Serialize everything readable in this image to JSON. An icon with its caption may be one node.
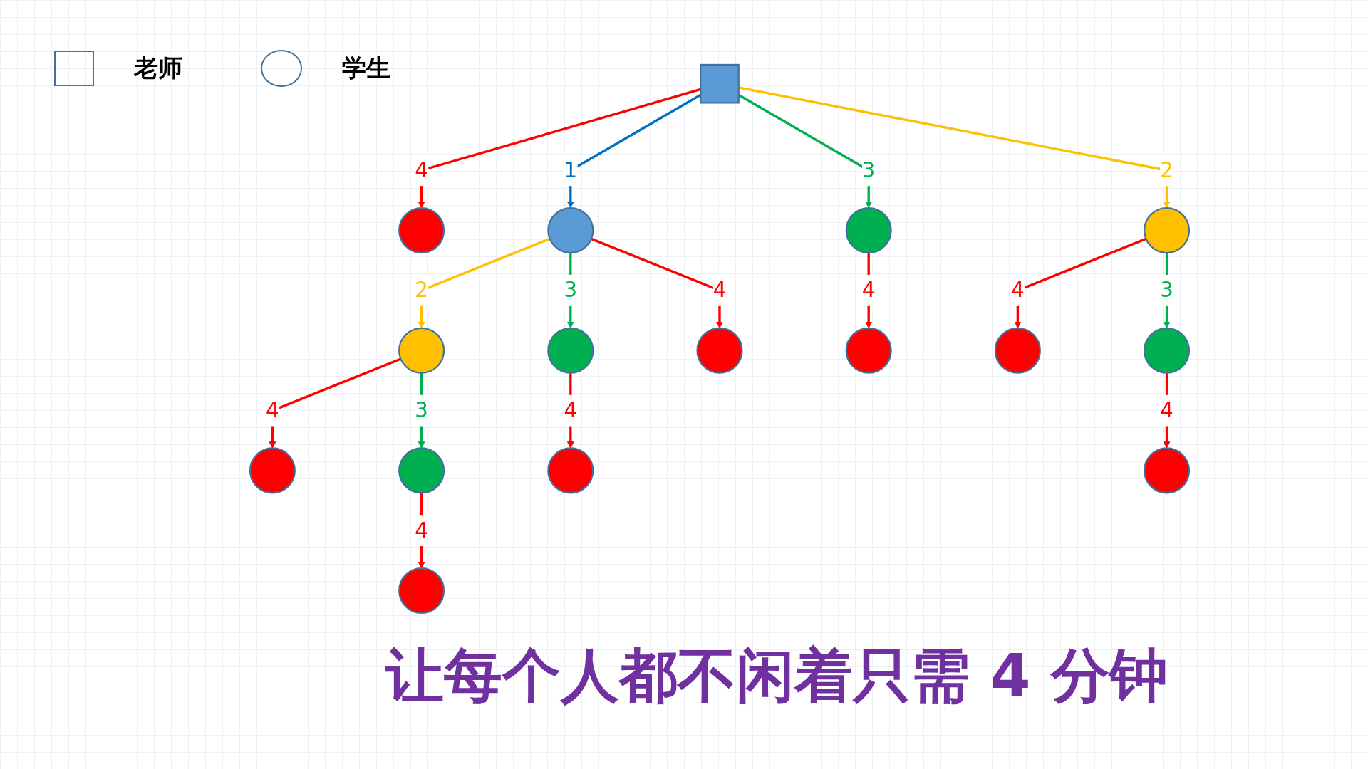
{
  "diagram": {
    "caption": "让每个人都不闲着只需 4 分钟",
    "nodes": [
      {
        "text": [],
        "shape": "box"
      },
      {
        "text": [],
        "shape": "circle"
      },
      {
        "text": [],
        "shape": "circle"
      },
      {
        "text": [],
        "shape": "circle"
      },
      {
        "text": [],
        "shape": "circle"
      },
      {
        "text": [],
        "shape": "circle"
      },
      {
        "text": [],
        "shape": "circle"
      },
      {
        "text": [],
        "shape": "circle"
      },
      {
        "text": [],
        "shape": "circle"
      },
      {
        "text": [],
        "shape": "circle"
      },
      {
        "text": [],
        "shape": "circle"
      },
      {
        "text": [],
        "shape": "circle"
      },
      {
        "text": [],
        "shape": "circle"
      },
      {
        "text": [],
        "shape": "circle"
      },
      {
        "text": [],
        "shape": "circle"
      },
      {
        "text": [],
        "shape": "circle"
      }
    ],
    "edges": [
      {
        "from": 0,
        "to": 1,
        "arrow": "to",
        "label": "4"
      },
      {
        "from": 0,
        "to": 2,
        "arrow": "to",
        "label": "1",
        "color": "#0070c0"
      },
      {
        "from": 0,
        "to": 3,
        "arrow": "to",
        "label": "3",
        "color": "#00b050"
      },
      {
        "from": 3,
        "to": 4,
        "arrow": "to",
        "label": "4"
      },
      {
        "from": 0,
        "to": 5,
        "arrow": "to",
        "label": "2",
        "color": "#ffc000"
      },
      {
        "from": 2,
        "to": 6,
        "arrow": "to",
        "label": "2",
        "color": "#ffc000"
      },
      {
        "from": 5,
        "to": 7,
        "arrow": "to",
        "label": "4"
      },
      {
        "from": 6,
        "to": 8,
        "arrow": "to",
        "label": "4"
      },
      {
        "from": 6,
        "to": 9,
        "arrow": "to",
        "label": "3",
        "color": "#00b050"
      },
      {
        "from": 5,
        "to": 10,
        "arrow": "to",
        "label": "3",
        "color": "#00b050"
      },
      {
        "from": 2,
        "to": 11,
        "arrow": "to",
        "label": "3",
        "color": "#00b050"
      },
      {
        "from": 10,
        "to": 12,
        "arrow": "to",
        "label": "4"
      },
      {
        "from": 11,
        "to": 13,
        "arrow": "to",
        "label": "4"
      },
      {
        "from": 2,
        "to": 14,
        "arrow": "to",
        "label": "4"
      },
      {
        "from": 9,
        "to": 15,
        "arrow": "to",
        "label": "4"
      }
    ],
    "legend": [
      {
        "text": "老师"
      },
      {
        "text": "学生"
      }
    ]
  }
}
